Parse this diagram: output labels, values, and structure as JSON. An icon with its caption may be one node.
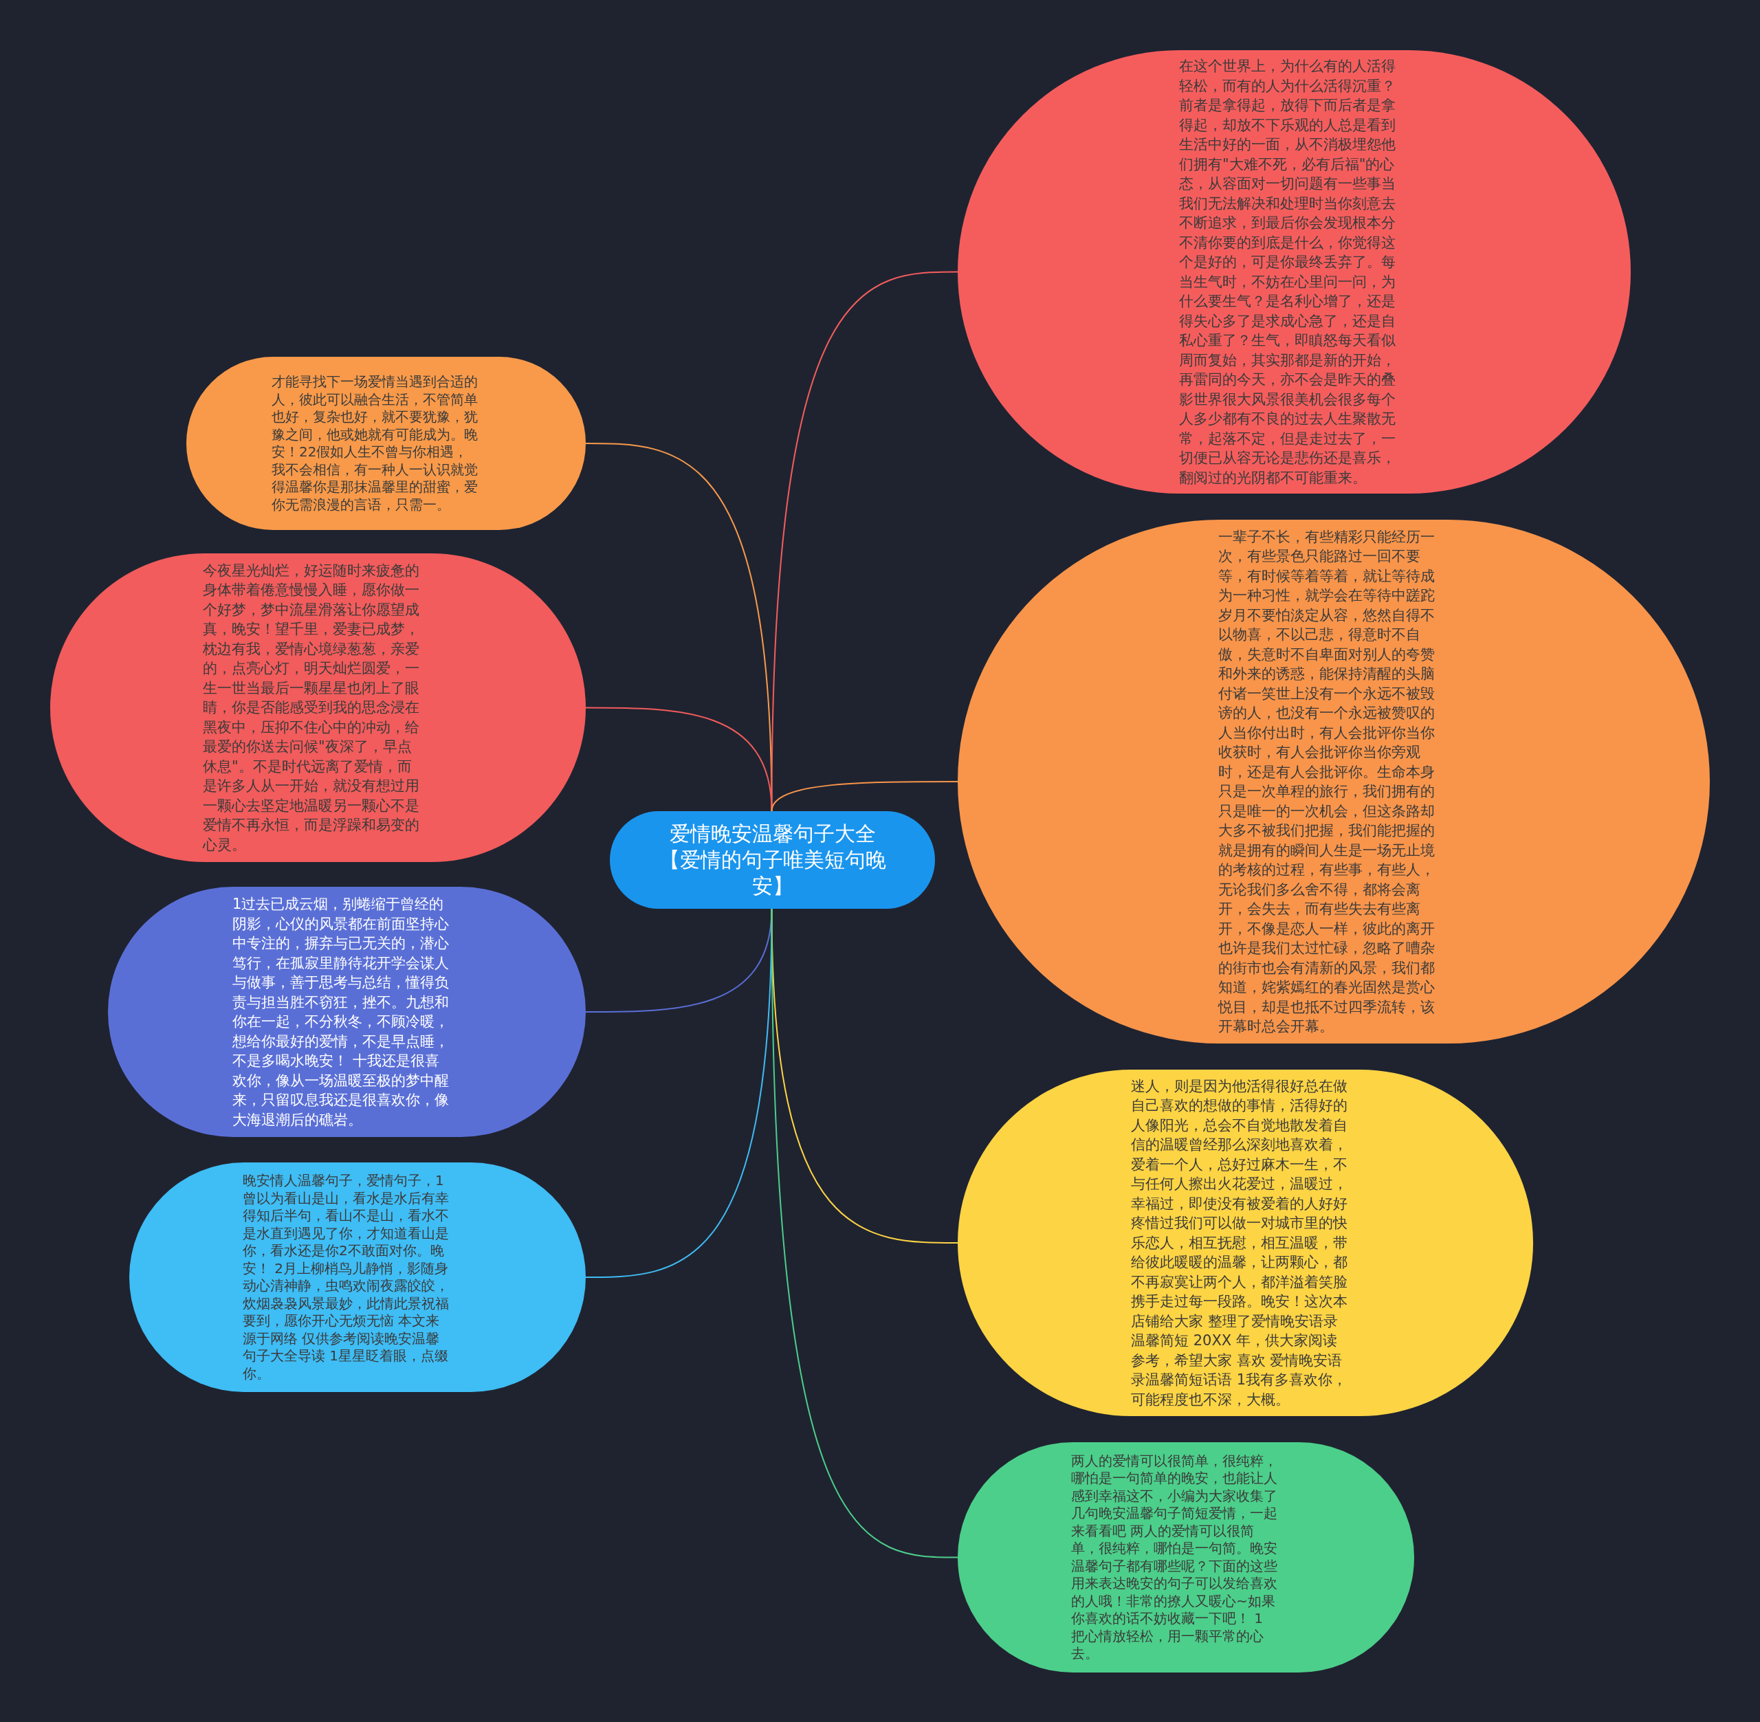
{
  "diagram": {
    "nodes": [
      {
        "text": [
          "爱情晚安温馨句子大全【爱情的句子唯美短句晚安】"
        ]
      },
      {
        "text": [
          "才能寻找下一场爱情当遇到合适的人，彼此可以融合生活，不管简单也好，复杂也好，就不要犹豫，犹豫之间，他或她就有可能成为。晚安！22假如人生不曾与你相遇，我不会相信，有一种人一认识就觉得温馨你是那抹温馨里的甜蜜，爱你无需浪漫的言语，只需一。"
        ]
      },
      {
        "text": [
          "今夜星光灿烂，好运随时来疲惫的身体带着倦意慢慢入睡，愿你做一个好梦，梦中流星滑落让你愿望成真，晚安！望千里，爱妻已成梦，枕边有我，爱情心境绿葱葱，亲爱的，点亮心灯，明天灿烂圆爱，一生一世当最后一颗星星也闭上了眼睛，你是否能感受到我的思念浸在黑夜中，压抑不住心中的冲动，给最爱的你送去问候\"夜深了，早点休息\"。不是时代远离了爱情，而是许多人从一开始，就没有想过用一颗心去坚定地温暖另一颗心不是爱情不再永恒，而是浮躁和易变的心灵。"
        ]
      },
      {
        "text": [
          "1过去已成云烟，别蜷缩于曾经的阴影，心仪的风景都在前面坚持心中专注的，摒弃与已无关的，潜心笃行，在孤寂里静待花开学会谋人与做事，善于思考与总结，懂得负责与担当胜不窃狂，挫不。九想和你在一起，不分秋冬，不顾冷暖，想给你最好的爱情，不是早点睡，不是多喝水晚安！ 十我还是很喜欢你，像从一场温暖至极的梦中醒来，只留叹息我还是很喜欢你，像大海退潮后的礁岩。"
        ]
      },
      {
        "text": [
          "晚安情人温馨句子，爱情句子，1曾以为看山是山，看水是水后有幸得知后半句，看山不是山，看水不是水直到遇见了你，才知道看山是你，看水还是你2不敢面对你。晚安！ 2月上柳梢鸟儿静悄，影随身动心清神静，虫鸣欢闹夜露皎皎，炊烟袅袅风景最妙，此情此景祝福要到，愿你开心无烦无恼 本文来源于网络 仅供参考阅读晚安温馨句子大全导读 1星星眨着眼，点缀你。"
        ]
      },
      {
        "text": [
          "在这个世界上，为什么有的人活得轻松，而有的人为什么活得沉重？前者是拿得起，放得下而后者是拿得起，却放不下乐观的人总是看到生活中好的一面，从不消极埋怨他们拥有\"大难不死，必有后福\"的心态，从容面对一切问题有一些事当我们无法解决和处理时当你刻意去不断追求，到最后你会发现根本分不清你要的到底是什么，你觉得这个是好的，可是你最终丢弃了。每当生气时，不妨在心里问一问，为什么要生气？是名利心增了，还是得失心多了是求成心急了，还是自私心重了？生气，即瞋怒每天看似周而复始，其实那都是新的开始，再雷同的今天，亦不会是昨天的叠影世界很大风景很美机会很多每个人多少都有不良的过去人生聚散无常，起落不定，但是走过去了，一切便已从容无论是悲伤还是喜乐，翻阅过的光阴都不可能重来。"
        ]
      },
      {
        "text": [
          "一辈子不长，有些精彩只能经历一次，有些景色只能路过一回不要等，有时候等着等着，就让等待成为一种习性，就学会在等待中蹉跎岁月不要怕淡定从容，悠然自得不以物喜，不以己悲，得意时不自傲，失意时不自卑面对别人的夸赞和外来的诱惑，能保持清醒的头脑付诸一笑世上没有一个永远不被毁谤的人，也没有一个永远被赞叹的人当你付出时，有人会批评你当你收获时，有人会批评你当你旁观时，还是有人会批评你。生命本身只是一次单程的旅行，我们拥有的只是唯一的一次机会，但这条路却大多不被我们把握，我们能把握的就是拥有的瞬间人生是一场无止境的考核的过程，有些事，有些人，无论我们多么舍不得，都将会离开，会失去，而有些失去有些离开，不像是恋人一样，彼此的离开也许是我们太过忙碌，忽略了嘈杂的街市也会有清新的风景，我们都知道，姹紫嫣红的春光固然是赏心悦目，却是也抵不过四季流转，该开幕时总会开幕。"
        ]
      },
      {
        "text": [
          "迷人，则是因为他活得很好总在做自己喜欢的想做的事情，活得好的人像阳光，总会不自觉地散发着自信的温暖曾经那么深刻地喜欢着，爱着一个人，总好过麻木一生，不与任何人擦出火花爱过，温暖过，幸福过，即使没有被爱着的人好好疼惜过我们可以做一对城市里的快乐恋人，相互抚慰，相互温暖，带给彼此暖暖的温馨，让两颗心，都不再寂寞让两个人，都洋溢着笑脸携手走过每一段路。晚安！这次本店铺给大家 整理了爱情晚安语录温馨简短 20XX 年，供大家阅读参考，希望大家 喜欢 爱情晚安语录温馨简短话语 1我有多喜欢你，可能程度也不深，大概。"
        ]
      },
      {
        "text": [
          "两人的爱情可以很简单，很纯粹，哪怕是一句简单的晚安，也能让人感到幸福这不，小编为大家收集了几句晚安温馨句子简短爱情，一起来看看吧 两人的爱情可以很简单，很纯粹，哪怕是一句简。晚安温馨句子都有哪些呢？下面的这些用来表达晚安的句子可以发给喜欢的人哦！非常的撩人又暖心~如果你喜欢的话不妨收藏一下吧！ 1 把心情放轻松，用一颗平常的心去。"
        ]
      }
    ],
    "edges": [
      {
        "from": 0,
        "to": 1,
        "arrow": "none",
        "color": "#f89a4a"
      },
      {
        "from": 0,
        "to": 2,
        "arrow": "none",
        "color": "#f25c5c"
      },
      {
        "from": 0,
        "to": 3,
        "arrow": "none",
        "color": "#5a6fd6"
      },
      {
        "from": 0,
        "to": 4,
        "arrow": "none",
        "color": "#3fbdf5"
      },
      {
        "from": 0,
        "to": 5,
        "arrow": "none",
        "color": "#f55d5d"
      },
      {
        "from": 0,
        "to": 6,
        "arrow": "none",
        "color": "#f8954b"
      },
      {
        "from": 0,
        "to": 7,
        "arrow": "none",
        "color": "#fdd444"
      },
      {
        "from": 0,
        "to": 8,
        "arrow": "none",
        "color": "#4ccf8a"
      }
    ]
  }
}
